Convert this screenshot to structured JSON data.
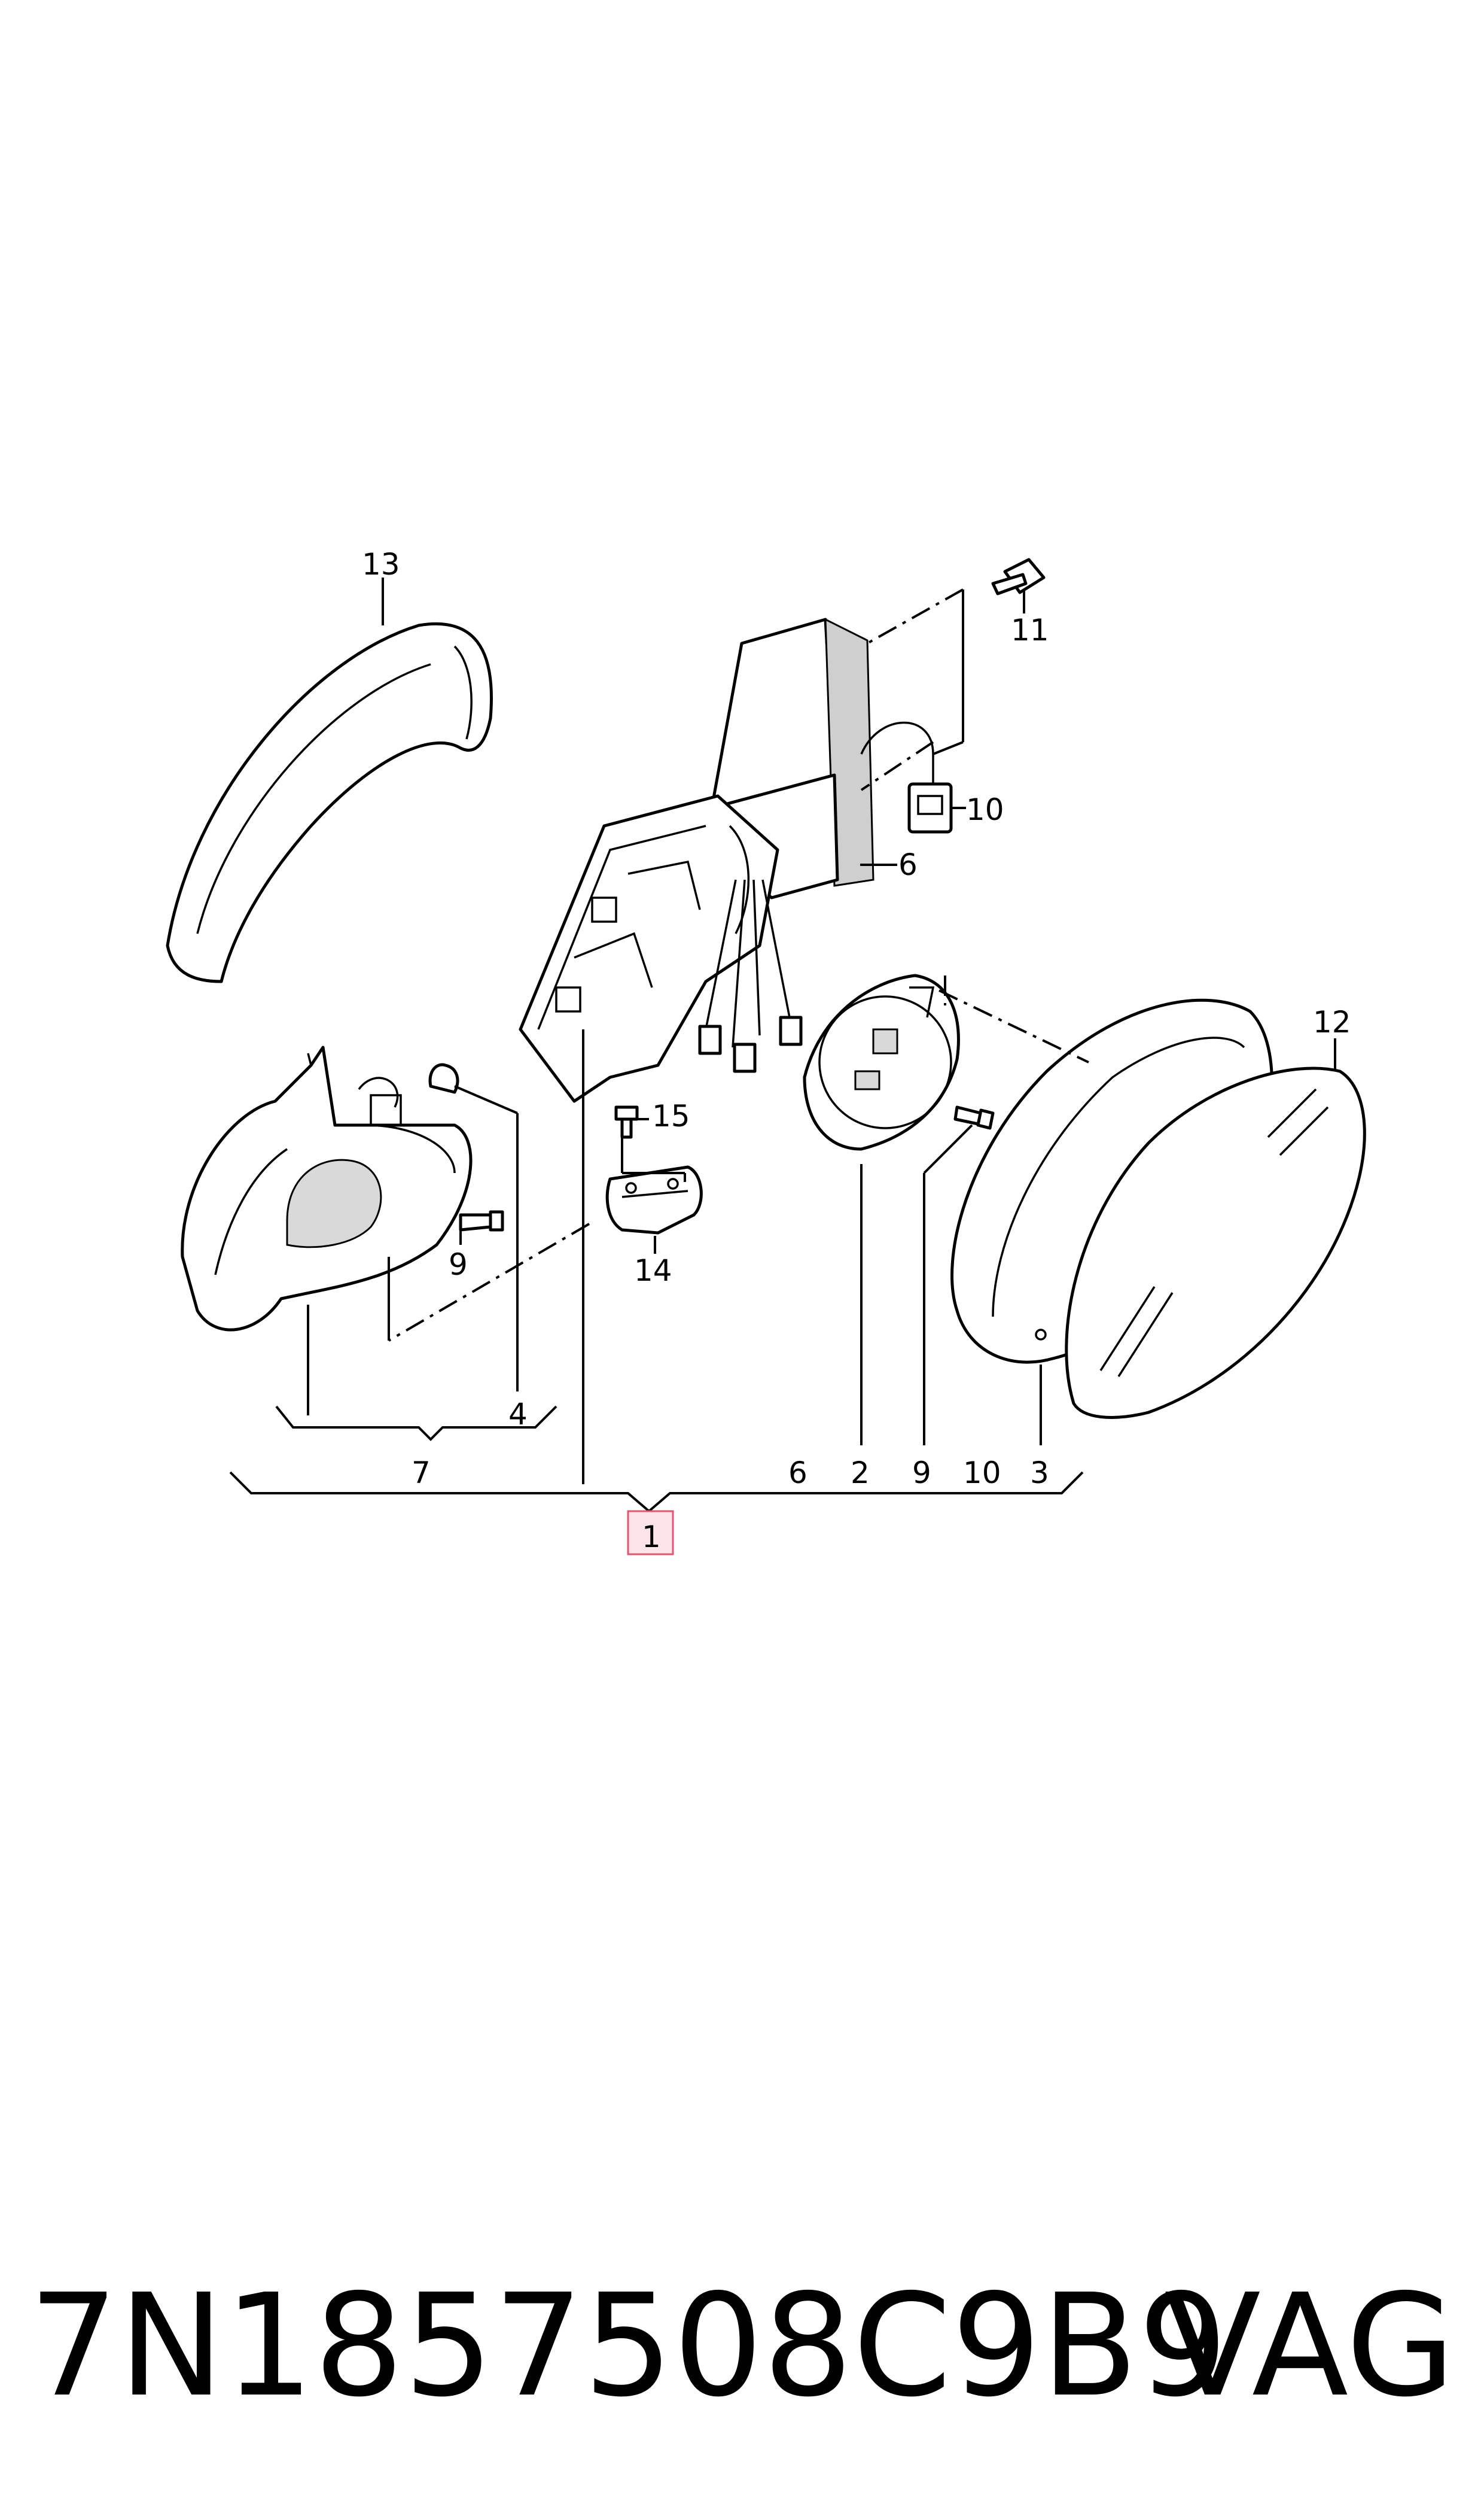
{
  "callouts": {
    "c1": "1",
    "c2": "2",
    "c3": "3",
    "c4": "4",
    "c6a": "6",
    "c6b": "6",
    "c7": "7",
    "c9a": "9",
    "c9b": "9",
    "c10a": "10",
    "c10b": "10",
    "c11": "11",
    "c12": "12",
    "c13": "13",
    "c14": "14",
    "c15": "15"
  },
  "footer": {
    "part_number": "7N1857508C9B9",
    "brand": "VAG"
  },
  "colors": {
    "line": "#000000",
    "highlight_fill": "#fde4ea",
    "highlight_stroke": "#e0566f"
  }
}
